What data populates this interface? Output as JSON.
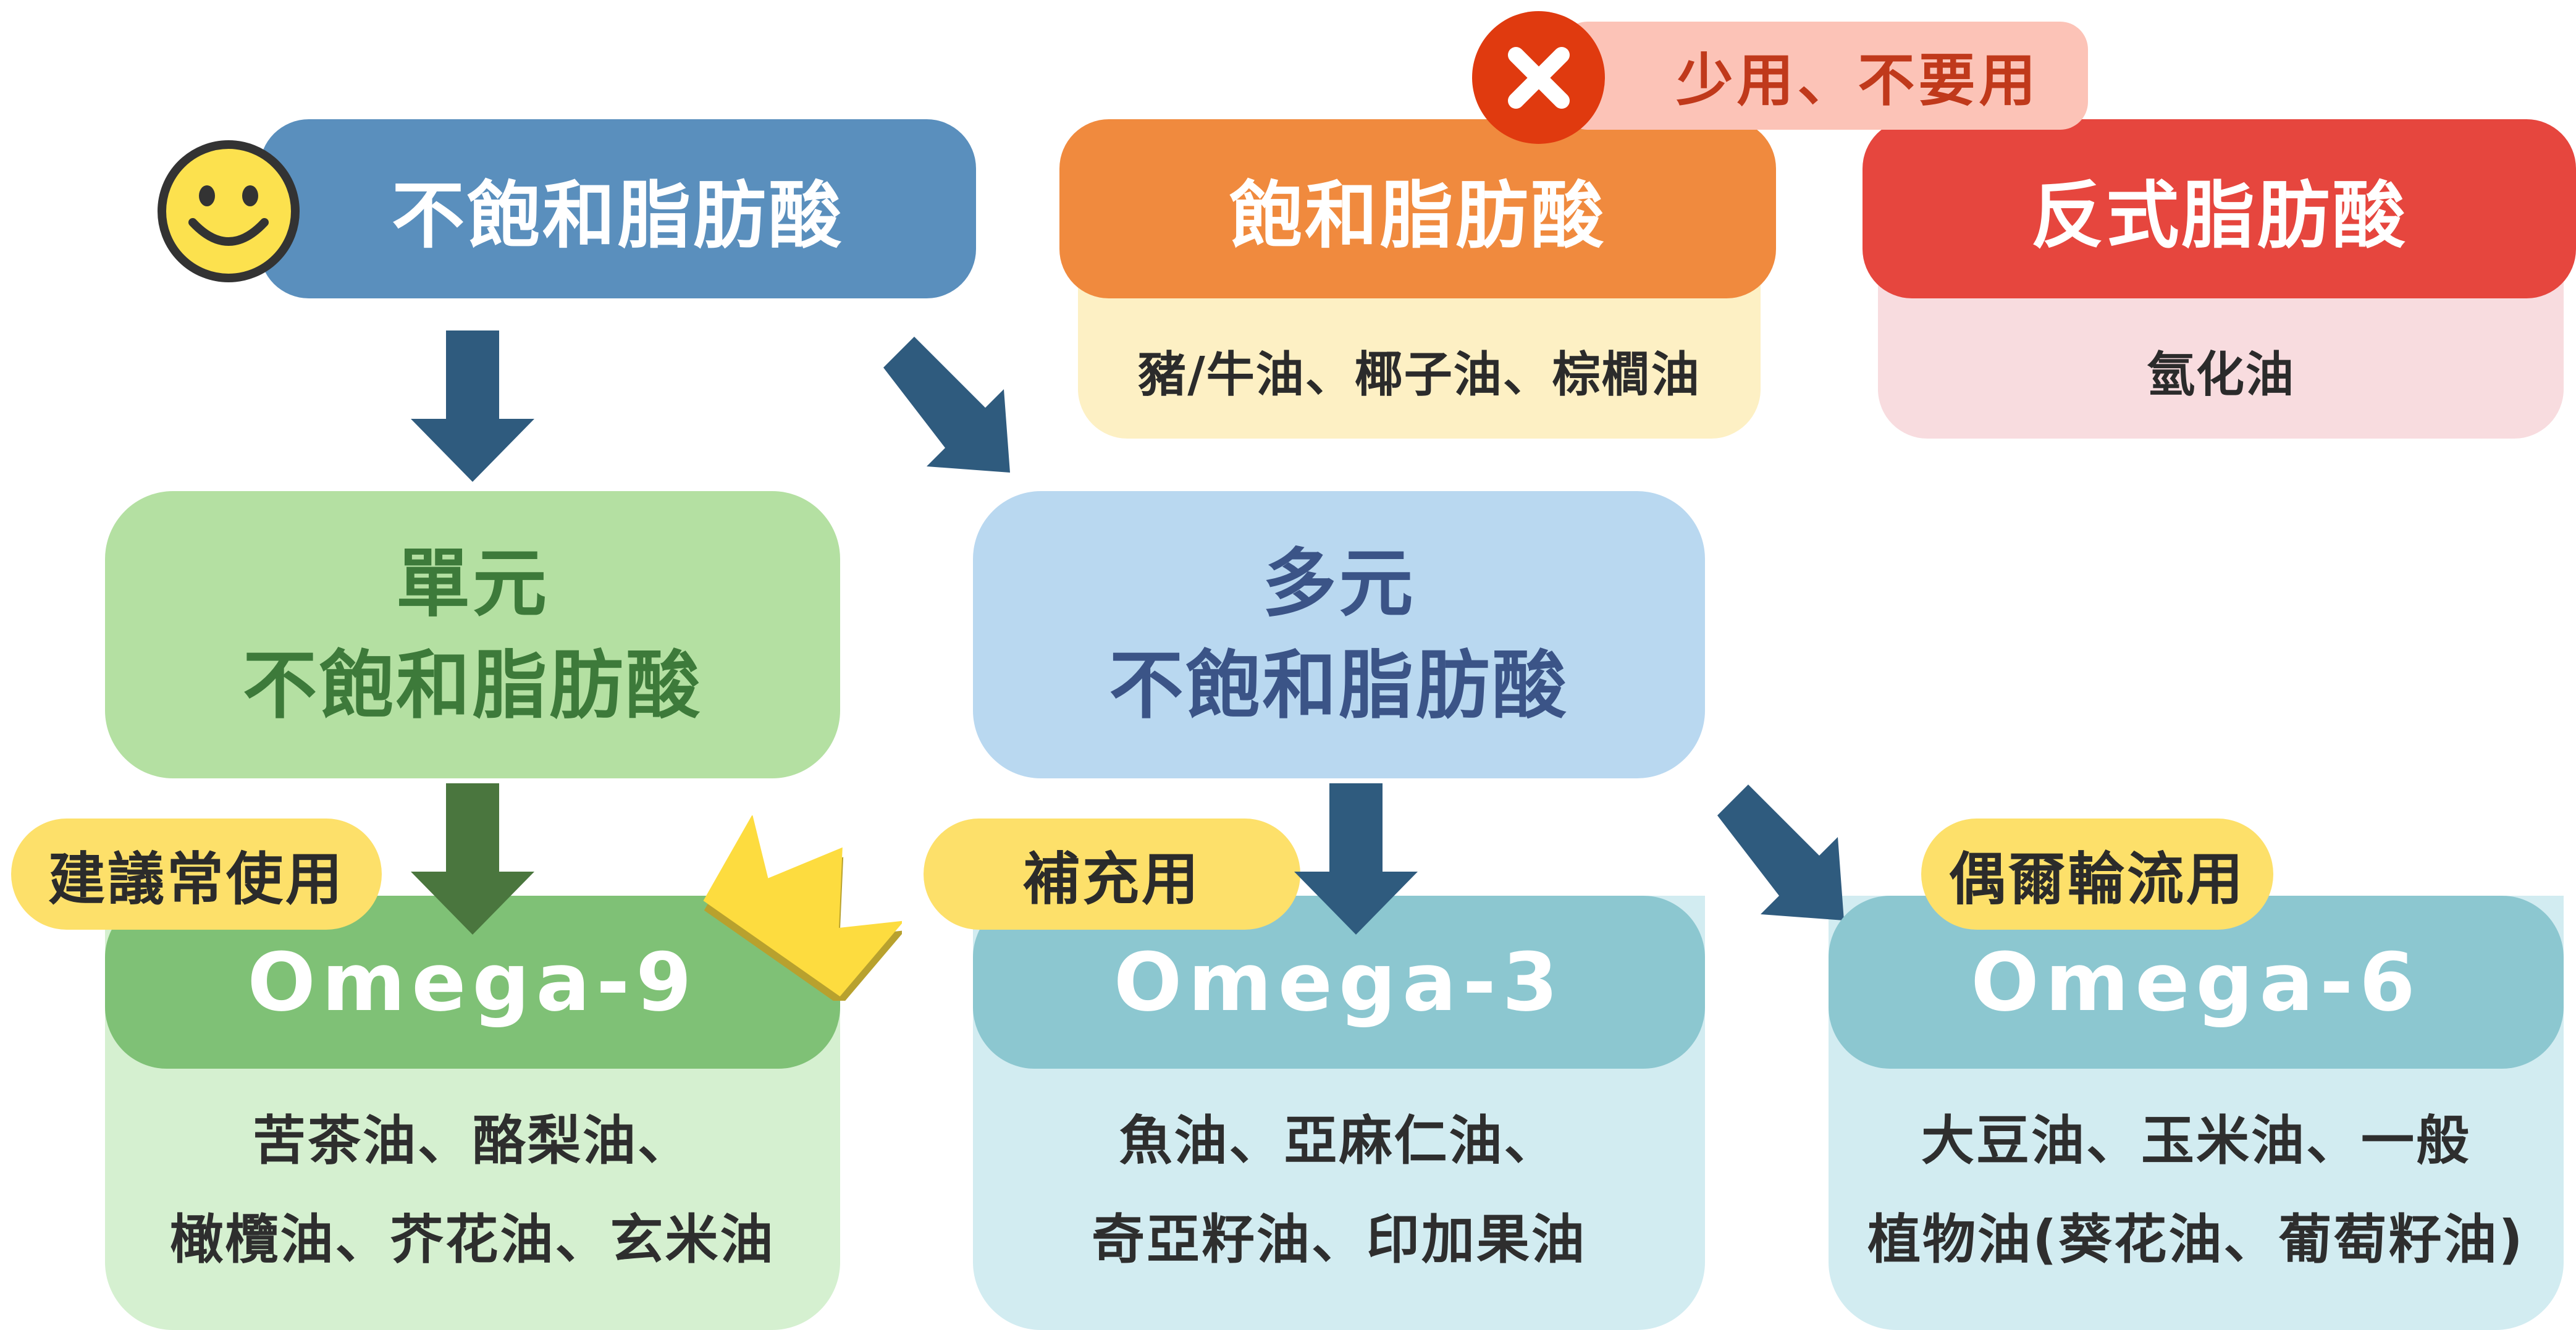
{
  "unsat": {
    "title": "不飽和脂肪酸"
  },
  "sat": {
    "title": "飽和脂肪酸",
    "examples": "豬/牛油、椰子油、棕櫚油"
  },
  "trans": {
    "title": "反式脂肪酸",
    "examples": "氫化油"
  },
  "warning": {
    "label": "少用、不要用",
    "icon": "close-icon"
  },
  "mono": {
    "line1": "單元",
    "line2": "不飽和脂肪酸"
  },
  "poly": {
    "line1": "多元",
    "line2": "不飽和脂肪酸"
  },
  "omega9": {
    "tag": "建議常使用",
    "title": "Omega-9",
    "line1": "苦茶油、酪梨油、",
    "line2": "橄欖油、芥花油、玄米油"
  },
  "omega3": {
    "tag": "補充用",
    "title": "Omega-3",
    "line1": "魚油、亞麻仁油、",
    "line2": "奇亞籽油、印加果油"
  },
  "omega6": {
    "tag": "偶爾輪流用",
    "title": "Omega-6",
    "line1": "大豆油、玉米油、一般",
    "line2": "植物油(葵花油、葡萄籽油)"
  },
  "colors": {
    "unsat": "#5a8fbd",
    "sat": "#f08a3e",
    "sat_sub": "#fdf0c4",
    "trans": "#e6463e",
    "trans_sub": "#f8dcdf",
    "warn_circle": "#e03a0f",
    "warn_bg": "#fcc3b7",
    "mono": "#b4e0a2",
    "mono_text": "#3d7a3a",
    "poly": "#b9d8f0",
    "poly_text": "#3b5487",
    "omega9_head": "#7fc176",
    "omega9_body": "#d5f0d0",
    "omega3_head": "#8cc7d0",
    "omega3_body": "#d2ecf1",
    "omega6_head": "#8cc7d0",
    "omega6_body": "#d2ecf1",
    "arrow_blue": "#2f5b7e",
    "arrow_green": "#4a763e",
    "tag": "#fde06a",
    "smiley": "#fce14e",
    "crown": "#fddc3f"
  },
  "icons": [
    "smiley-icon",
    "close-icon",
    "crown-icon"
  ]
}
